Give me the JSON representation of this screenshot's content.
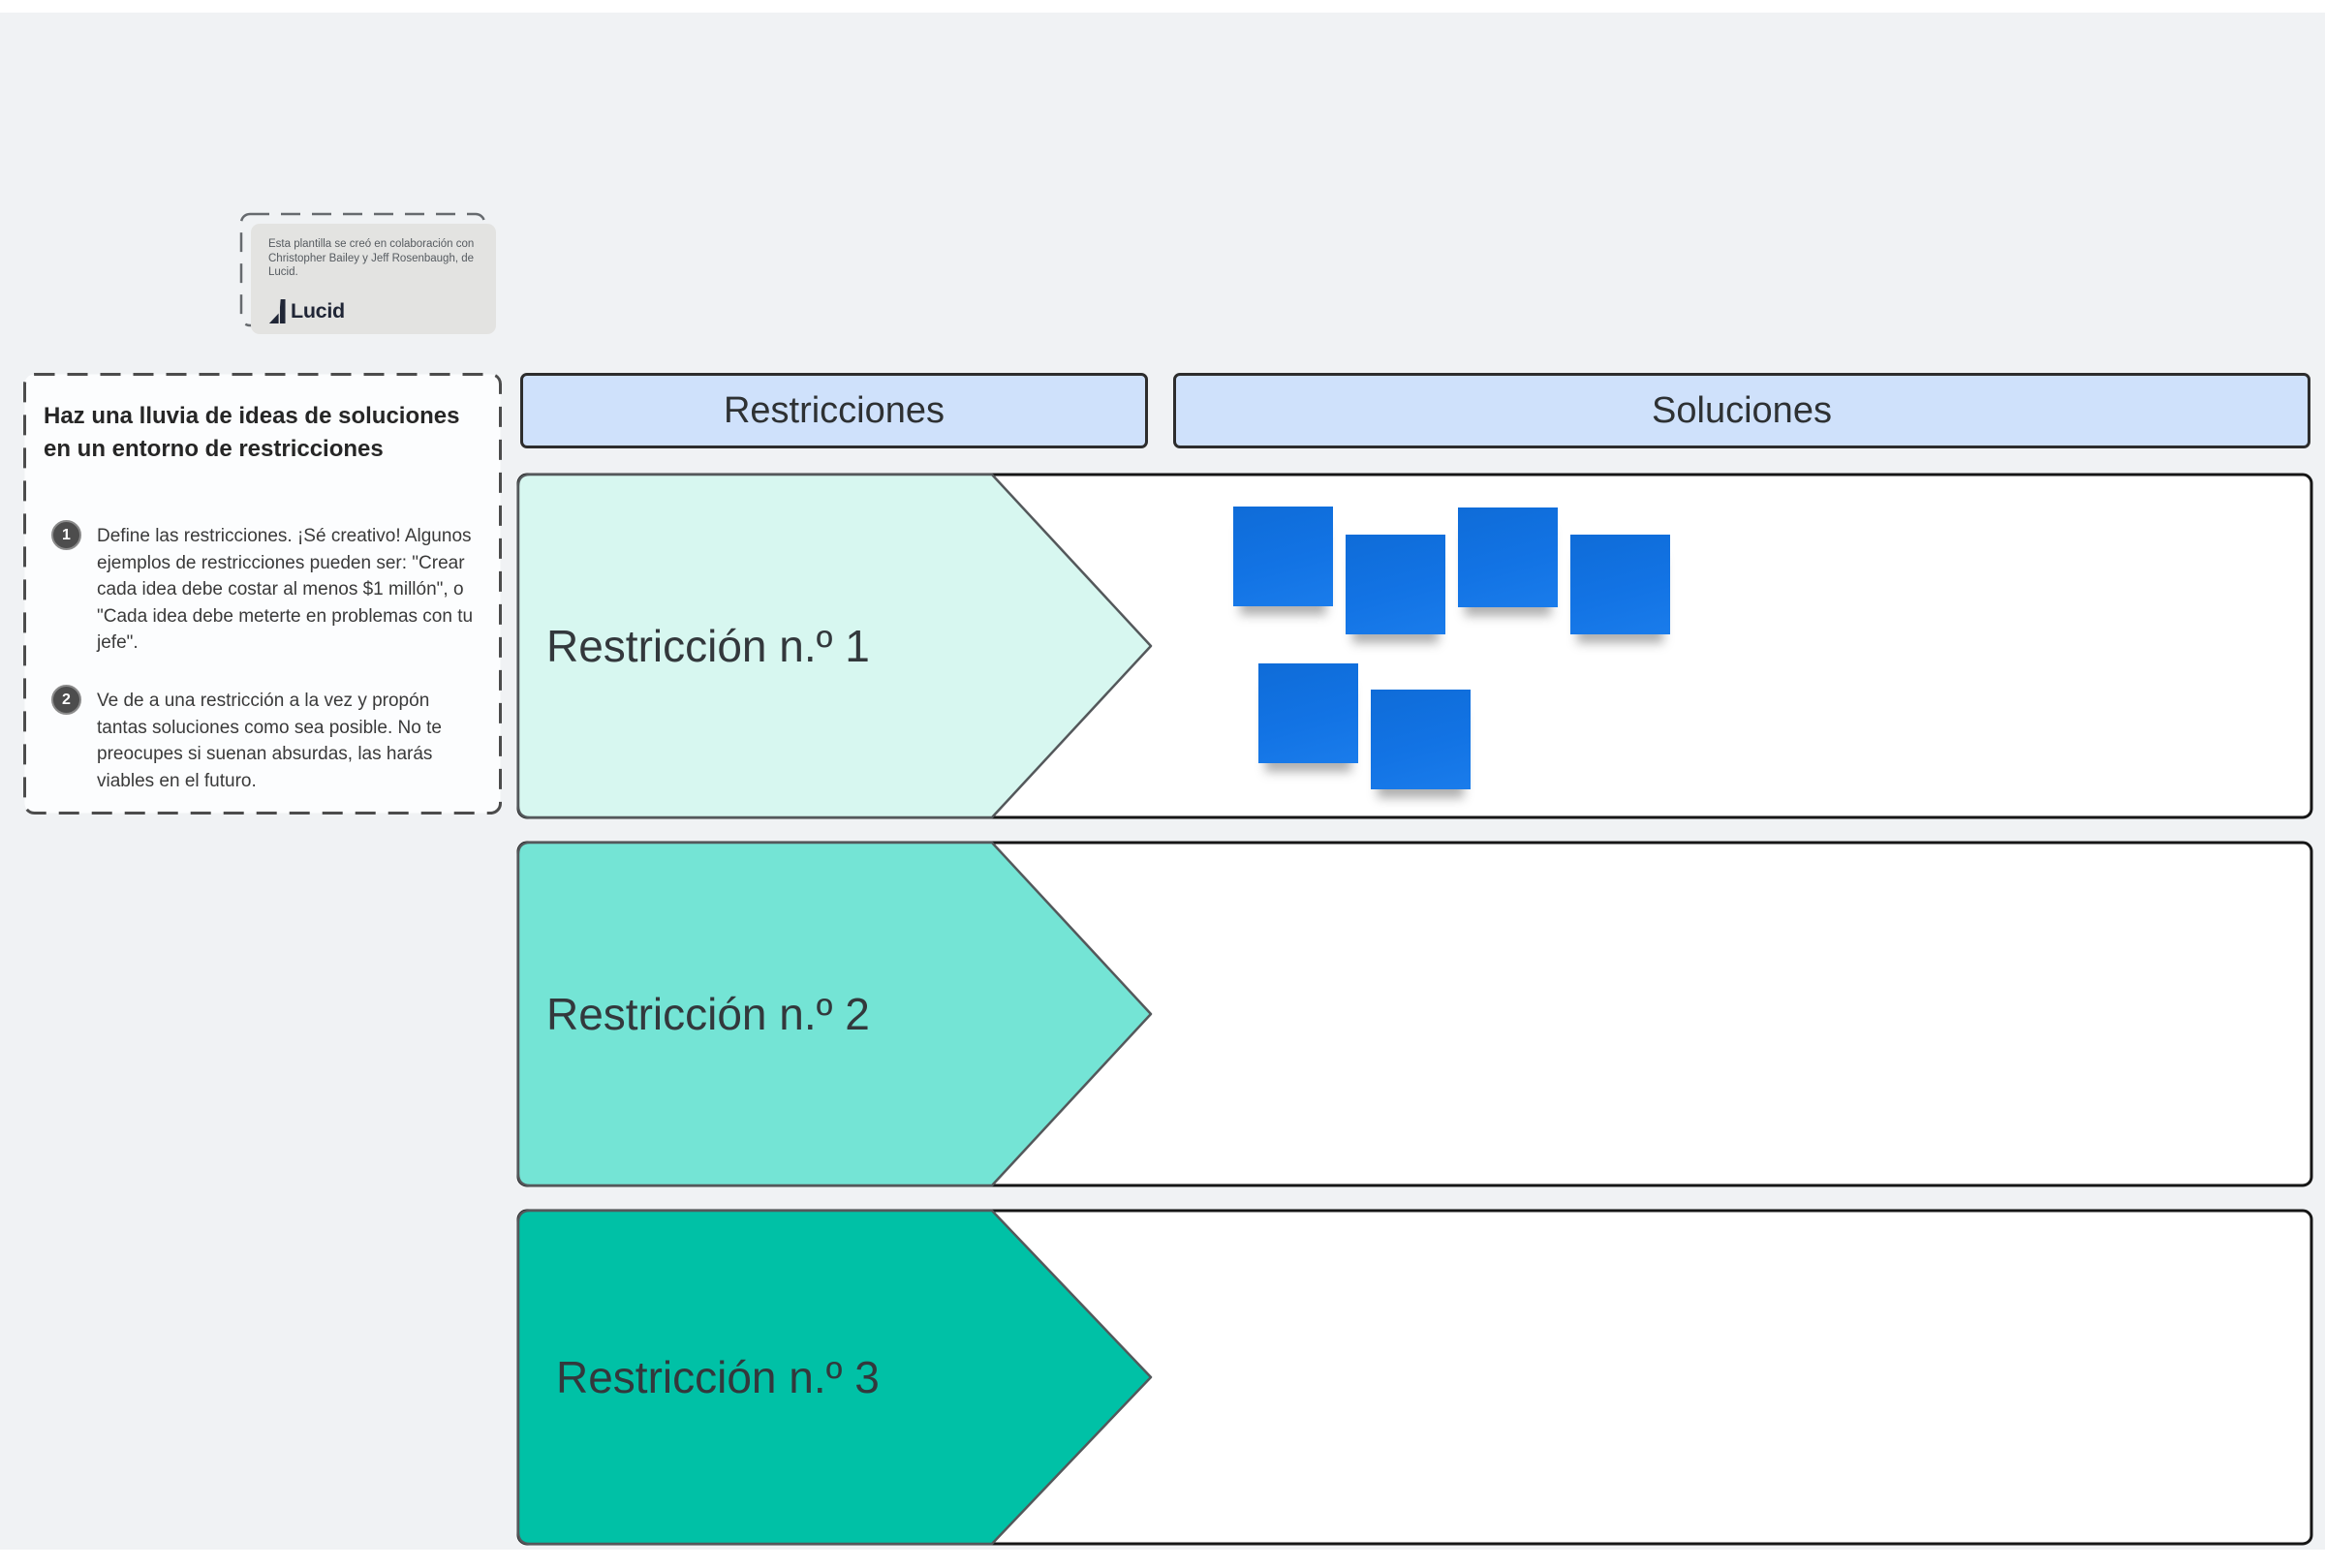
{
  "app": {
    "canvas_background": "#f0f2f4"
  },
  "attribution": {
    "text": "Esta plantilla se creó en colaboración con Christopher Bailey y Jeff Rosenbaugh, de Lucid.",
    "brand": "Lucid"
  },
  "instructions": {
    "title": "Haz una lluvia de ideas de soluciones en un entorno de restricciones",
    "steps": [
      {
        "number": "1",
        "text": "Define las restricciones. ¡Sé creativo! Algunos ejemplos de restricciones pueden ser: \"Crear cada idea debe costar al menos $1 millón\", o \"Cada idea debe meterte en problemas con tu jefe\"."
      },
      {
        "number": "2",
        "text": "Ve de a una restricción a la vez y propón tantas soluciones como sea posible. No te preocupes si suenan absurdas, las harás viables en el futuro."
      }
    ]
  },
  "board": {
    "headers": [
      {
        "label": "Restricciones",
        "fill": "#cfe1fb"
      },
      {
        "label": "Soluciones",
        "fill": "#cfe1fb"
      }
    ],
    "rows": [
      {
        "label": "Restricción n.º 1",
        "fill": "#d7f7f0"
      },
      {
        "label": "Restricción n.º 2",
        "fill": "#74e4d5"
      },
      {
        "label": "Restricción n.º 3",
        "fill": "#00c1a6"
      }
    ],
    "sticky_notes": {
      "count": 6,
      "color": "#1170e2"
    }
  }
}
